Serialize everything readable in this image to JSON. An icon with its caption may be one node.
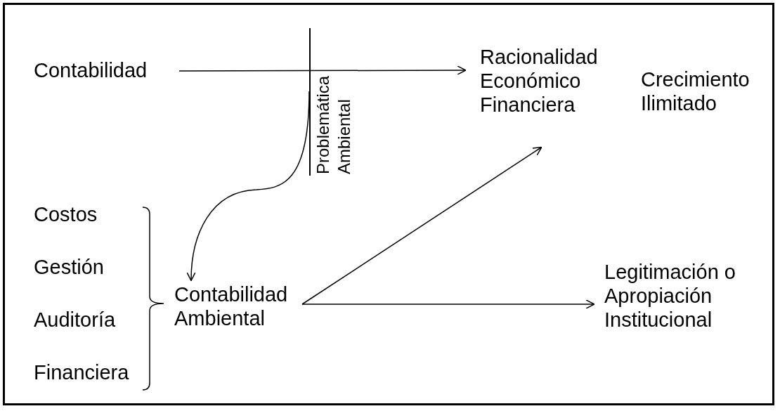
{
  "diagram": {
    "nodes": [
      {
        "text": [
          "Contabilidad"
        ]
      },
      {
        "text": [
          "Problemática Ambiental"
        ]
      },
      {
        "text": [
          "Racionalidad Económico Financiera"
        ]
      },
      {
        "text": [
          "Contabilidad Ambiental"
        ]
      },
      {
        "text": [
          "Legitimación o Apropiación Institucional"
        ]
      }
    ],
    "edges": [
      {
        "from": 0,
        "to": 2,
        "arrow": "to"
      },
      {
        "from": 1,
        "to": 3,
        "arrow": "to"
      },
      {
        "from": 3,
        "to": 2,
        "arrow": "to"
      },
      {
        "from": 3,
        "to": 4,
        "arrow": "to"
      }
    ],
    "labels": [
      "Crecimiento Ilimitado",
      "Costos",
      "Gestión",
      "Auditoría",
      "Financiera"
    ]
  }
}
